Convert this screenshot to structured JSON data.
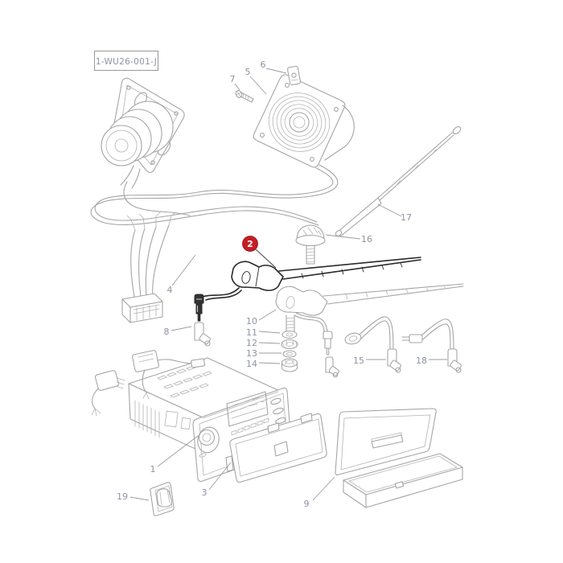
{
  "ref_label": "1-WU26-001-J",
  "colors": {
    "line": "#a5a5a5",
    "highlight_line": "#2a2a2a",
    "badge": "#c41e25",
    "badge_text": "#ffffff",
    "label_text": "#8e93a4",
    "background": "#ffffff"
  },
  "highlight": {
    "label": "2"
  },
  "parts": {
    "n1": {
      "label": "1"
    },
    "n3": {
      "label": "3"
    },
    "n4": {
      "label": "4"
    },
    "n5": {
      "label": "5"
    },
    "n6": {
      "label": "6"
    },
    "n7": {
      "label": "7"
    },
    "n8": {
      "label": "8"
    },
    "n9": {
      "label": "9"
    },
    "n10": {
      "label": "10"
    },
    "n11": {
      "label": "11"
    },
    "n12": {
      "label": "12"
    },
    "n13": {
      "label": "13"
    },
    "n14": {
      "label": "14"
    },
    "n15": {
      "label": "15"
    },
    "n16": {
      "label": "16"
    },
    "n17": {
      "label": "17"
    },
    "n18": {
      "label": "18"
    },
    "n19": {
      "label": "19"
    }
  }
}
